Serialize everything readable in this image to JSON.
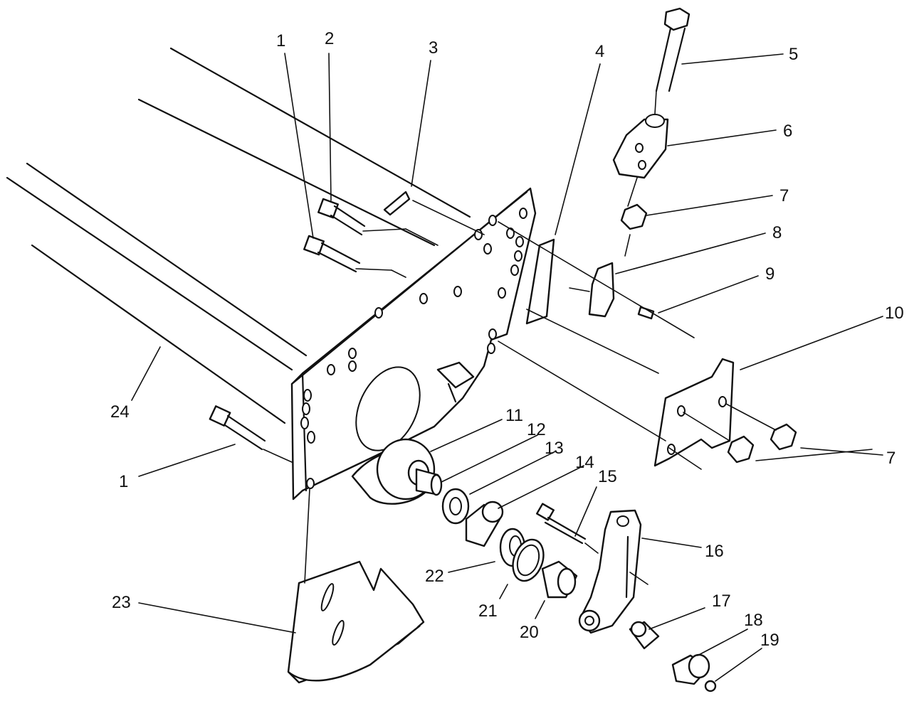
{
  "callouts": [
    {
      "id": "c1a",
      "text": "1"
    },
    {
      "id": "c2",
      "text": "2"
    },
    {
      "id": "c3",
      "text": "3"
    },
    {
      "id": "c4",
      "text": "4"
    },
    {
      "id": "c5",
      "text": "5"
    },
    {
      "id": "c6",
      "text": "6"
    },
    {
      "id": "c7a",
      "text": "7"
    },
    {
      "id": "c8",
      "text": "8"
    },
    {
      "id": "c9",
      "text": "9"
    },
    {
      "id": "c10",
      "text": "10"
    },
    {
      "id": "c7b",
      "text": "7"
    },
    {
      "id": "c11",
      "text": "11"
    },
    {
      "id": "c12",
      "text": "12"
    },
    {
      "id": "c13",
      "text": "13"
    },
    {
      "id": "c14",
      "text": "14"
    },
    {
      "id": "c15",
      "text": "15"
    },
    {
      "id": "c16",
      "text": "16"
    },
    {
      "id": "c17",
      "text": "17"
    },
    {
      "id": "c18",
      "text": "18"
    },
    {
      "id": "c19",
      "text": "19"
    },
    {
      "id": "c20",
      "text": "20"
    },
    {
      "id": "c21",
      "text": "21"
    },
    {
      "id": "c22",
      "text": "22"
    },
    {
      "id": "c23",
      "text": "23"
    },
    {
      "id": "c24",
      "text": "24"
    },
    {
      "id": "c1b",
      "text": "1"
    }
  ]
}
